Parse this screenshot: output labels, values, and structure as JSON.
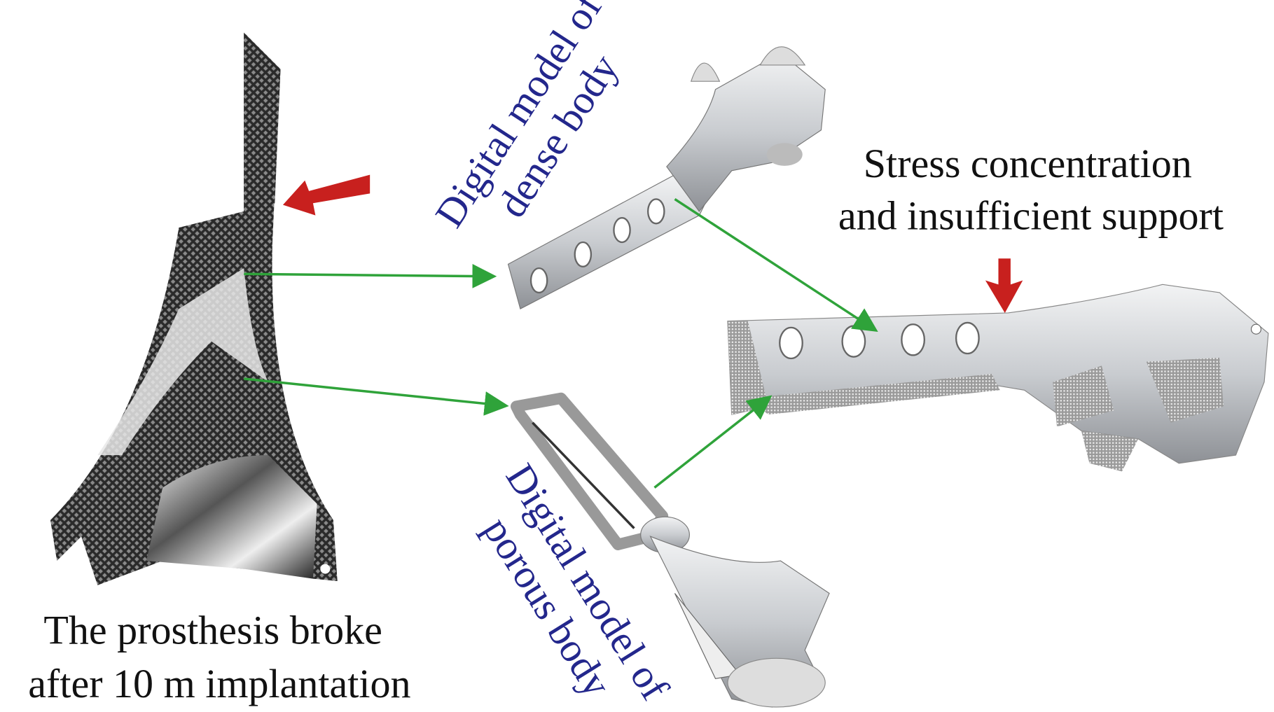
{
  "labels": {
    "dense_model": [
      "Digital model of",
      "dense body"
    ],
    "porous_model": [
      "Digital model of",
      "porous body"
    ],
    "stress": [
      "Stress concentration",
      "and insufficient support"
    ],
    "broken": [
      "The prosthesis broke",
      "after 10 m implantation"
    ]
  },
  "colors": {
    "label_blue": "#23278c",
    "arrow_green": "#2fa33a",
    "arrow_red": "#c8201e",
    "metal": "#c9ccd0"
  }
}
